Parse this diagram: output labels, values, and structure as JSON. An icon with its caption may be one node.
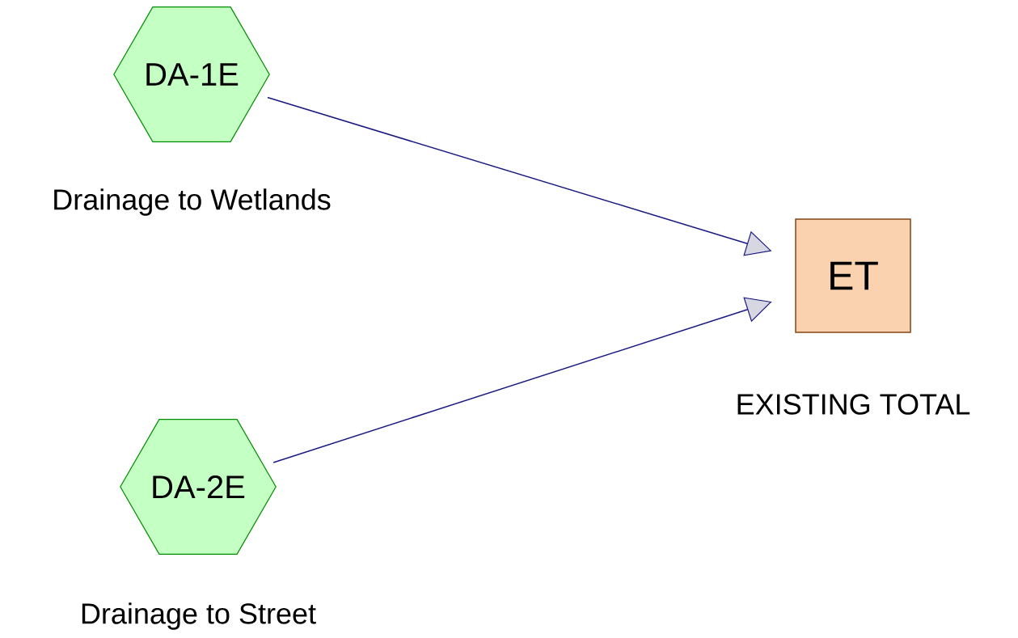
{
  "diagram": {
    "nodes": [
      {
        "text": [
          "DA-1E"
        ],
        "beside": [
          "Drainage to Wetlands"
        ]
      },
      {
        "text": [
          "ET"
        ],
        "beside": [
          "EXISTING TOTAL"
        ]
      },
      {
        "text": [
          "DA-2E"
        ],
        "beside": [
          "Drainage to Street"
        ]
      }
    ],
    "edges": [
      {
        "from": 0,
        "to": 1,
        "arrow": "to"
      },
      {
        "from": 2,
        "to": 1,
        "arrow": "to"
      }
    ]
  }
}
